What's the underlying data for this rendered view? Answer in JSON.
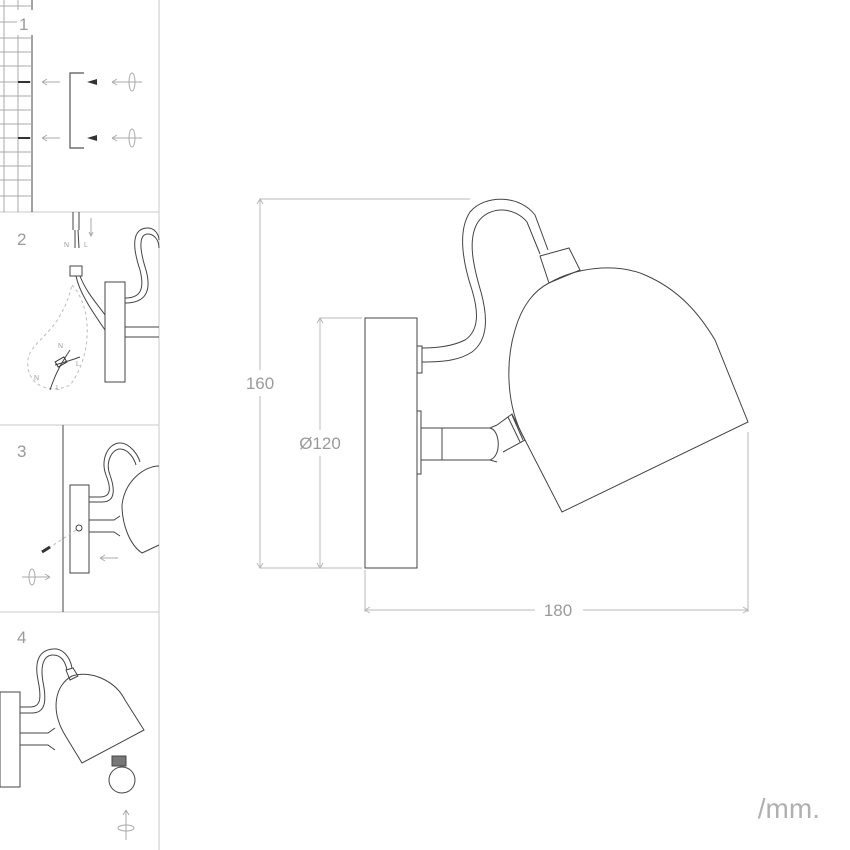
{
  "steps": [
    {
      "number": "1",
      "description": "wall-bracket-mounting"
    },
    {
      "number": "2",
      "description": "wire-connection"
    },
    {
      "number": "3",
      "description": "fix-base-to-bracket"
    },
    {
      "number": "4",
      "description": "insert-bulb"
    }
  ],
  "wiring_labels": {
    "neutral": "N",
    "live": "L"
  },
  "dimensions": {
    "total_height": "160",
    "base_diameter": "Ø120",
    "total_depth": "180"
  },
  "unit_label": "/mm.",
  "colors": {
    "line": "#444444",
    "dimension": "#b8b8b8",
    "text": "#9a9a9a"
  }
}
